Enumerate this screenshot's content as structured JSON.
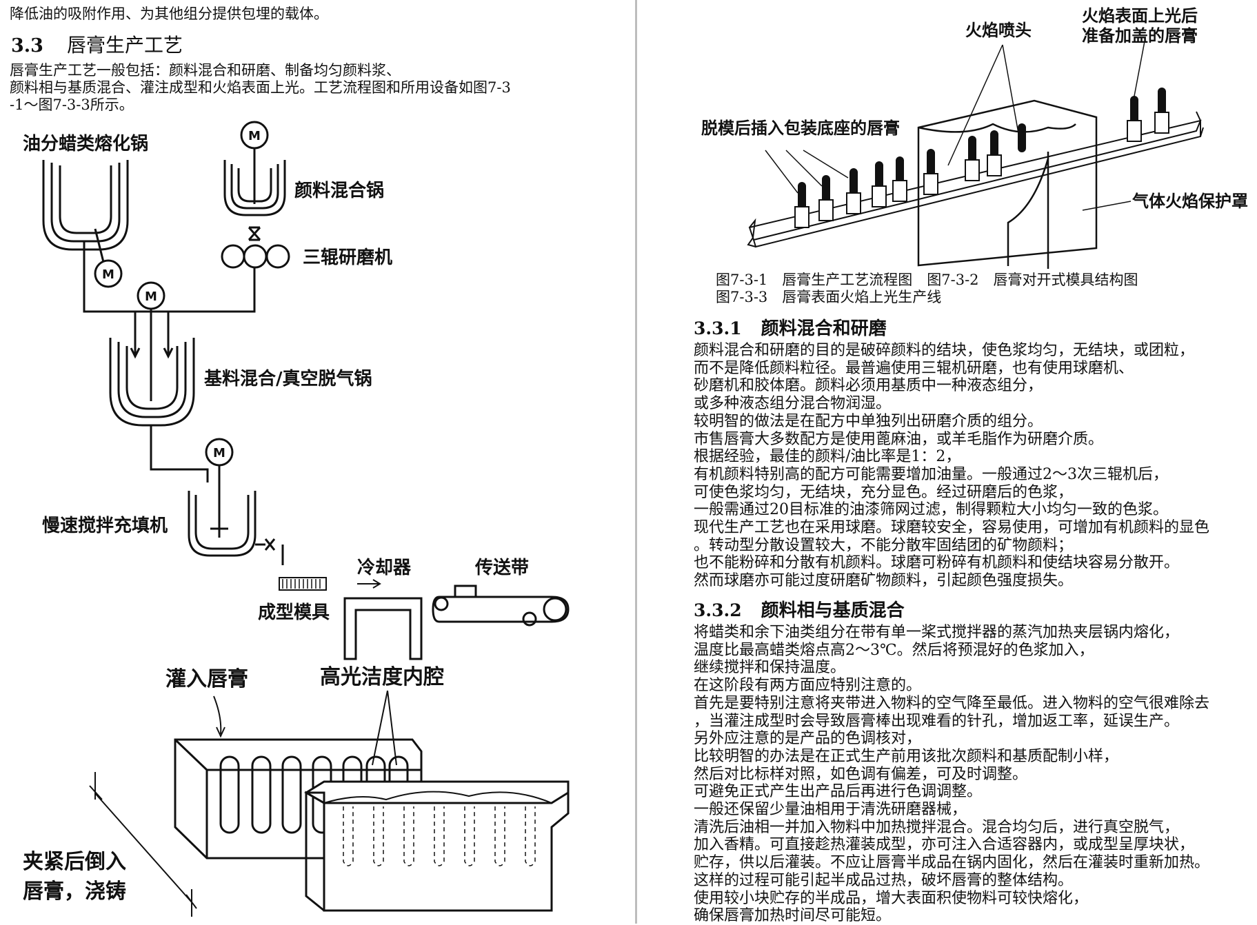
{
  "left": {
    "intro_line": "降低油的吸附作用、为其他组分提供包埋的载体。",
    "section": {
      "number": "3.3",
      "title": "唇膏生产工艺"
    },
    "paragraph": [
      "唇膏生产工艺一般包括：颜料混合和研磨、制备均匀颜料浆、",
      "颜料相与基质混合、灌注成型和火焰表面上光。工艺流程图和所用设备如图7-3",
      "-1～图7-3-3所示。"
    ],
    "flow_diagram": {
      "labels": {
        "wax_melting_pot": "油分蜡类熔化锅",
        "pigment_mixing_pot": "颜料混合锅",
        "three_roll_mill": "三辊研磨机",
        "base_mixing_vacuum_pot": "基料混合/真空脱气锅",
        "slow_stir_filler": "慢速搅拌充填机",
        "cooler": "冷却器",
        "conveyor": "传送带",
        "mold": "成型模具",
        "motor": "M"
      }
    },
    "mold_diagram": {
      "labels": {
        "pour_lipstick": "灌入唇膏",
        "high_polish_cavity": "高光洁度内腔",
        "clamp_line1": "夹紧后倒入",
        "clamp_line2": "唇膏，浇铸"
      }
    }
  },
  "right": {
    "flame_diagram": {
      "labels": {
        "flame_nozzle": "火焰喷头",
        "after_flame_line1": "火焰表面上光后",
        "after_flame_line2": "准备加盖的唇膏",
        "demolded": "脱模后插入包装底座的唇膏",
        "gas_flame_hood": "气体火焰保护罩"
      }
    },
    "captions": [
      "图7-3-1　唇膏生产工艺流程图　图7-3-2　唇膏对开式模具结构图",
      "图7-3-3　唇膏表面火焰上光生产线"
    ],
    "sections": [
      {
        "number": "3.3.1",
        "title": "颜料混合和研磨",
        "lines": [
          "颜料混合和研磨的目的是破碎颜料的结块，使色浆均匀，无结块，或团粒，",
          "而不是降低颜料粒径。最普遍使用三辊机研磨，也有使用球磨机、",
          "砂磨机和胶体磨。颜料必须用基质中一种液态组分，",
          "或多种液态组分混合物润湿。",
          "较明智的做法是在配方中单独列出研磨介质的组分。",
          "市售唇膏大多数配方是使用蓖麻油，或羊毛脂作为研磨介质。",
          "根据经验，最佳的颜料/油比率是1：2，",
          "有机颜料特别高的配方可能需要增加油量。一般通过2～3次三辊机后，",
          "可使色浆均匀，无结块，充分显色。经过研磨后的色浆，",
          "一般需通过20目标准的油漆筛网过滤，制得颗粒大小均匀一致的色浆。",
          "现代生产工艺也在采用球磨。球磨较安全，容易使用，可增加有机颜料的显色",
          "。转动型分散设置较大，不能分散牢固结团的矿物颜料；",
          "也不能粉碎和分散有机颜料。球磨可粉碎有机颜料和使结块容易分散开。",
          "然而球磨亦可能过度研磨矿物颜料，引起颜色强度损失。"
        ]
      },
      {
        "number": "3.3.2",
        "title": "颜料相与基质混合",
        "lines": [
          "将蜡类和余下油类组分在带有单一桨式搅拌器的蒸汽加热夹层锅内熔化，",
          "温度比最高蜡类熔点高2～3℃。然后将预混好的色浆加入，",
          "继续搅拌和保持温度。",
          "在这阶段有两方面应特别注意的。",
          "首先是要特别注意将夹带进入物料的空气降至最低。进入物料的空气很难除去",
          "，当灌注成型时会导致唇膏棒出现难看的针孔，增加返工率，延误生产。",
          "另外应注意的是产品的色调核对，",
          "比较明智的办法是在正式生产前用该批次颜料和基质配制小样，",
          "然后对比标样对照，如色调有偏差，可及时调整。",
          "可避免正式产生出产品后再进行色调调整。",
          "一般还保留少量油相用于清洗研磨器械，",
          "清洗后油相一并加入物料中加热搅拌混合。混合均匀后，进行真空脱气，",
          "加入香精。可直接趁热灌装成型，亦可注入合适容器内，或成型呈厚块状，",
          "贮存，供以后灌装。不应让唇膏半成品在锅内固化，然后在灌装时重新加热。",
          "这样的过程可能引起半成品过热，破坏唇膏的整体结构。",
          "使用较小块贮存的半成品，增大表面积使物料可较快熔化，",
          "确保唇膏加热时间尽可能短。"
        ]
      }
    ]
  }
}
